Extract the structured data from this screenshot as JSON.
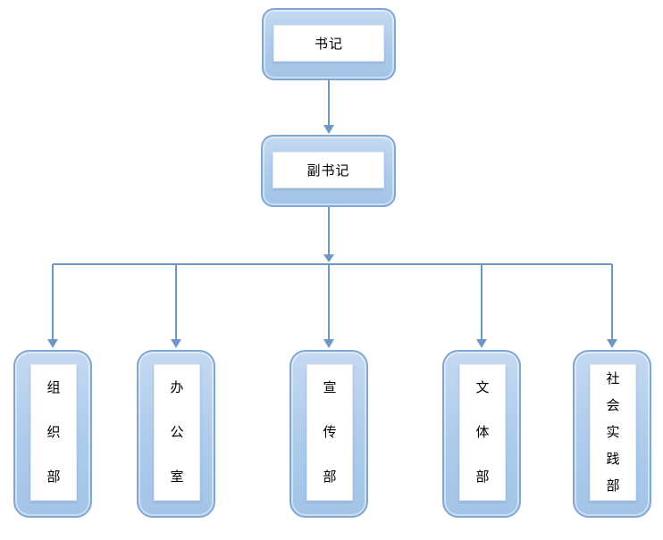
{
  "diagram": {
    "type": "org-chart",
    "nodes": {
      "secretary": {
        "label": "书记"
      },
      "deputy_secretary": {
        "label": "副书记"
      },
      "departments": [
        {
          "id": "organization-dept",
          "label": "组织部"
        },
        {
          "id": "office",
          "label": "办公室"
        },
        {
          "id": "publicity-dept",
          "label": "宣传部"
        },
        {
          "id": "culture-sports-dept",
          "label": "文体部"
        },
        {
          "id": "social-practice-dept",
          "label": "社会实践部"
        }
      ]
    },
    "colors": {
      "node_fill": "#adcbeb",
      "node_fill_highlight": "#c5d9f1",
      "node_border": "#7fa7d4",
      "connector": "#6f97c5",
      "label_panel": "#ffffff",
      "text": "#000000",
      "background": "#ffffff"
    }
  }
}
